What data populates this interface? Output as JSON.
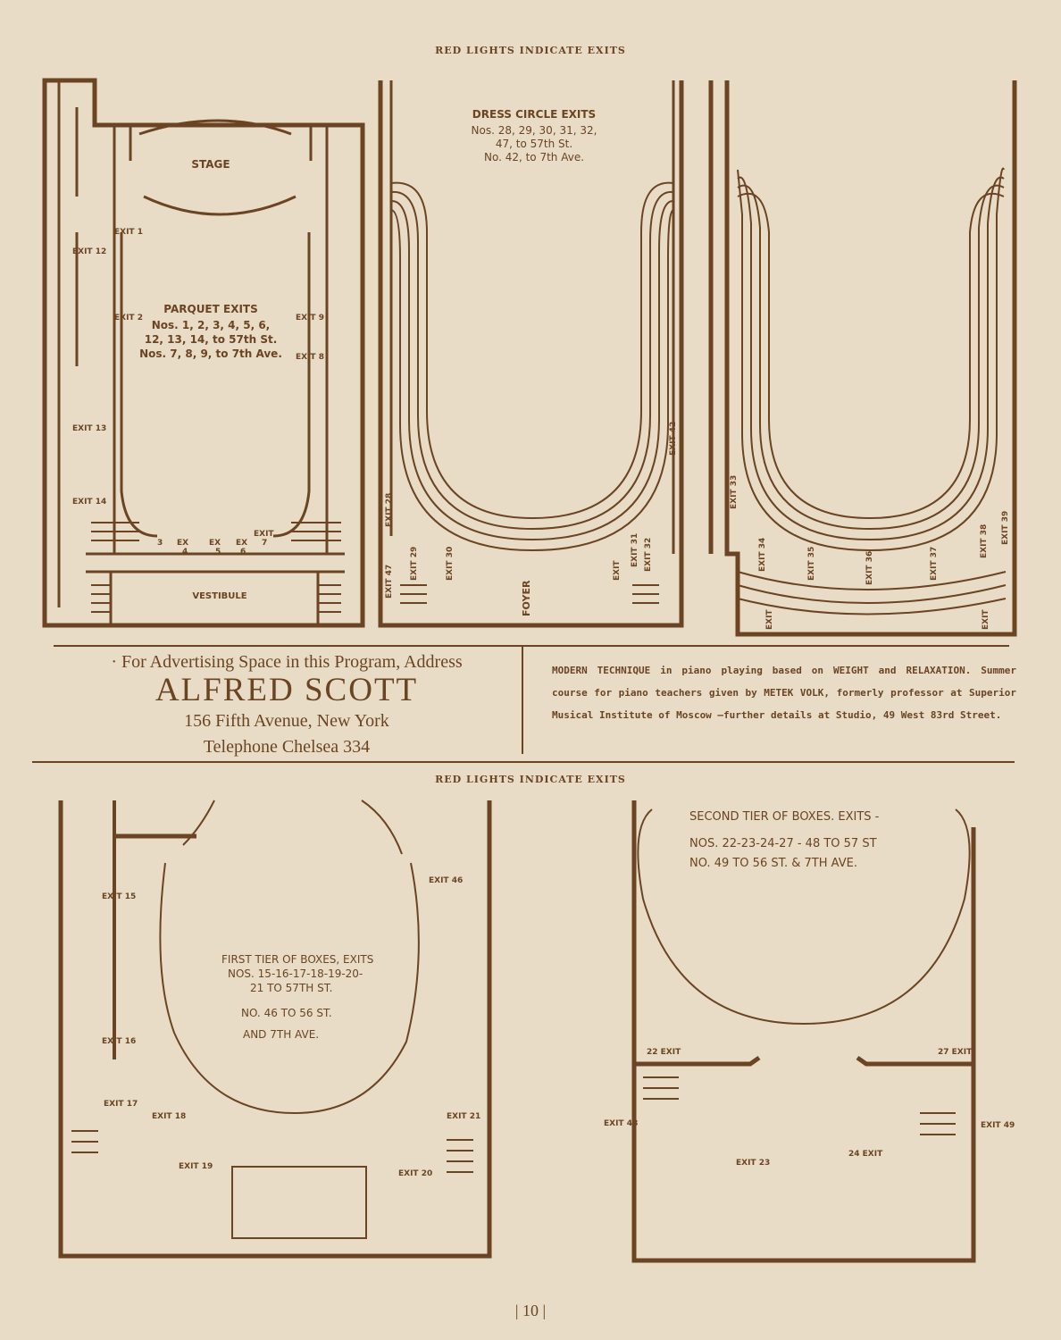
{
  "header_top": "RED LIGHTS INDICATE EXITS",
  "header_mid": "RED LIGHTS INDICATE EXITS",
  "parquet": {
    "stage": "STAGE",
    "vestibule": "VESTIBULE",
    "title": "PARQUET EXITS",
    "line1": "Nos. 1, 2, 3, 4, 5, 6,",
    "line2": "12, 13, 14, to 57th St.",
    "line3": "Nos. 7, 8, 9, to 7th Ave.",
    "exit_labels": [
      "EXIT 1",
      "EXIT 2",
      "EXIT 12",
      "EXIT 13",
      "EXIT 14",
      "EXIT 9",
      "EXIT 8",
      "3",
      "4",
      "5",
      "6",
      "7",
      "EX",
      "EX",
      "EX",
      "EXIT"
    ]
  },
  "dress_circle": {
    "title": "DRESS CIRCLE EXITS",
    "line1": "Nos. 28, 29, 30, 31, 32,",
    "line2": "47, to 57th St.",
    "line3": "No. 42, to 7th Ave.",
    "foyer": "FOYER",
    "exit_labels": [
      "EXIT 28",
      "EXIT 47",
      "EXIT 29",
      "EXIT 30",
      "EXIT 31",
      "EXIT 32",
      "EXIT 42",
      "EXIT"
    ]
  },
  "balcony": {
    "exit_labels": [
      "EXIT 33",
      "EXIT 34",
      "EXIT 35",
      "EXIT 36",
      "EXIT 37",
      "EXIT 38",
      "EXIT 39",
      "EXIT",
      "EXIT"
    ]
  },
  "ad_left": {
    "line1": "· For Advertising Space in this Program, Address",
    "name": "ALFRED SCOTT",
    "address": "156 Fifth Avenue, New York",
    "phone": "Telephone Chelsea 334"
  },
  "ad_right": {
    "text": "MODERN TECHNIQUE in piano playing based on WEIGHT and RELAXATION. Summer course for piano teachers given by METEK VOLK, formerly professor at Superior Musical Institute of Moscow —further details at Studio, 49 West 83rd Street."
  },
  "first_tier": {
    "title": "FIRST TIER OF BOXES, EXITS",
    "line1": "NOS. 15-16-17-18-19-20-",
    "line2": "21 TO 57TH ST.",
    "line3": "NO. 46 TO 56 ST.",
    "line4": "AND 7TH AVE.",
    "exit_labels": [
      "EXIT 15",
      "EXIT 16",
      "EXIT 17",
      "EXIT 18",
      "EXIT 19",
      "EXIT 20",
      "EXIT 21",
      "EXIT 46"
    ]
  },
  "second_tier": {
    "title": "SECOND TIER OF BOXES. EXITS -",
    "line1": "NOS. 22-23-24-27 - 48 TO 57 ST",
    "line2": "NO. 49 TO 56 ST. & 7TH AVE.",
    "exit_labels": [
      "22 EXIT",
      "27 EXIT",
      "EXIT 48",
      "EXIT 23",
      "24 EXIT",
      "EXIT 49"
    ]
  },
  "page_number": "| 10 |"
}
